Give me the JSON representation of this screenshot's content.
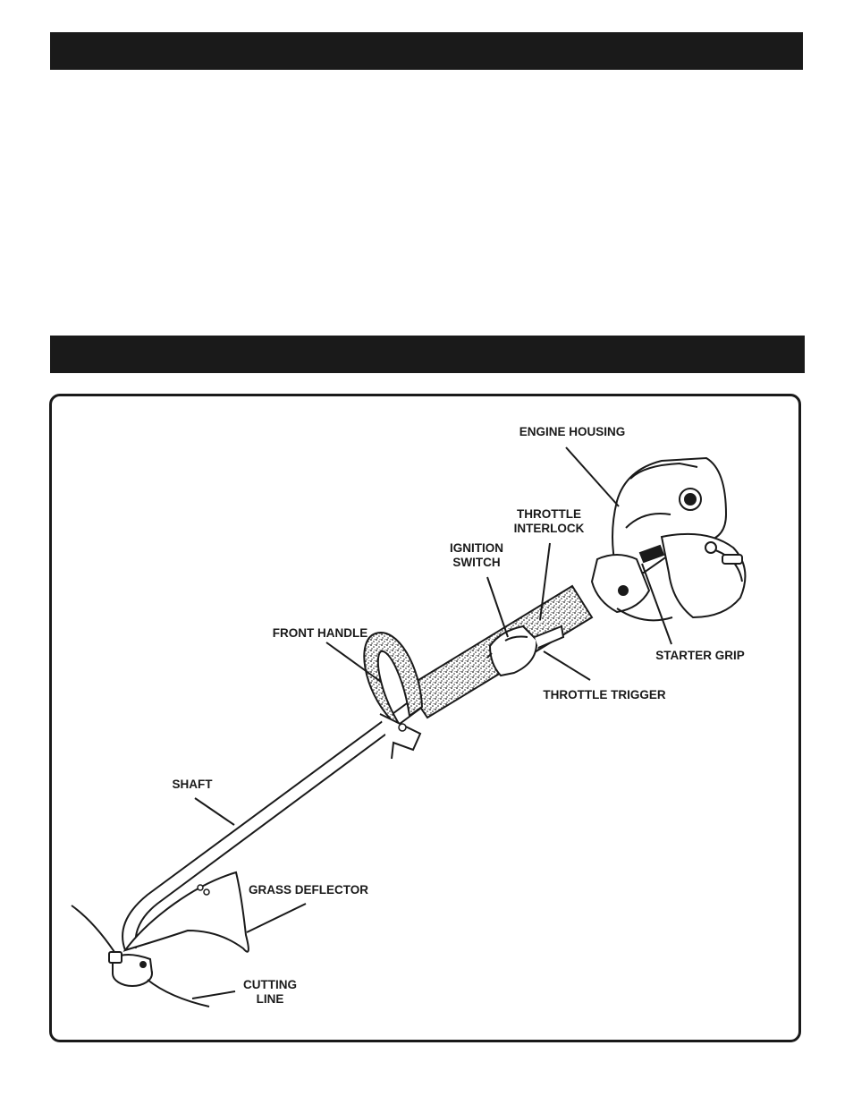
{
  "labels": {
    "engine_housing": "ENGINE HOUSING",
    "throttle_interlock_line1": "THROTTLE",
    "throttle_interlock_line2": "INTERLOCK",
    "ignition_switch_line1": "IGNITION",
    "ignition_switch_line2": "SWITCH",
    "front_handle": "FRONT HANDLE",
    "starter_grip": "STARTER GRIP",
    "throttle_trigger": "THROTTLE TRIGGER",
    "shaft": "SHAFT",
    "grass_deflector": "GRASS DEFLECTOR",
    "cutting_line_line1": "CUTTING",
    "cutting_line_line2": "LINE"
  },
  "colors": {
    "ink": "#1a1a1a",
    "paper": "#ffffff"
  }
}
